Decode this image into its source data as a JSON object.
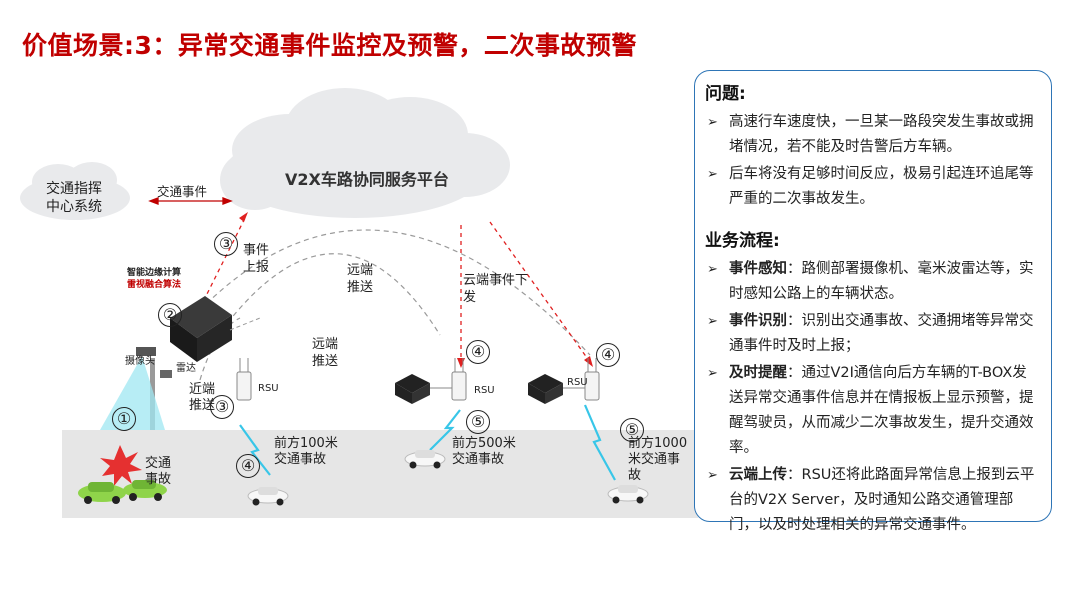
{
  "title": "价值场景:3：异常交通事件监控及预警，二次事故预警",
  "cloud": {
    "platform_label": "V2X车路协同服务平台"
  },
  "center": {
    "label_line1": "交通指挥",
    "label_line2": "中心系统",
    "link_label": "交通事件"
  },
  "edge": {
    "line1": "智能边缘计算",
    "line2": "雷视融合算法"
  },
  "devices": {
    "camera": "摄像头",
    "radar": "雷达",
    "rsu": "RSU"
  },
  "steps": {
    "s1": "①",
    "s2": "②",
    "s3": "③",
    "s4": "④",
    "s5": "⑤"
  },
  "flow_labels": {
    "event_report_1": "事件",
    "event_report_2": "上报",
    "remote_push_a1": "远端",
    "remote_push_a2": "推送",
    "remote_push_b1": "远端",
    "remote_push_b2": "推送",
    "cloud_dispatch_1": "云端事件下",
    "cloud_dispatch_2": "发",
    "near_push_1": "近端",
    "near_push_2": "推送"
  },
  "road_labels": {
    "accident_1": "交通",
    "accident_2": "事故",
    "ahead100_1": "前方100米",
    "ahead100_2": "交通事故",
    "ahead500_1": "前方500米",
    "ahead500_2": "交通事故",
    "ahead1000_1": "前方1000",
    "ahead1000_2": "米交通事",
    "ahead1000_3": "故"
  },
  "panel": {
    "problem_title": "问题:",
    "problems": [
      "高速行车速度快，一旦某一路段突发生事故或拥堵情况，若不能及时告警后方车辆。",
      "后车将没有足够时间反应，极易引起连环追尾等严重的二次事故发生。"
    ],
    "process_title": "业务流程:",
    "process": [
      {
        "bold": "事件感知",
        "text": "：路侧部署摄像机、毫米波雷达等，实时感知公路上的车辆状态。"
      },
      {
        "bold": "事件识别",
        "text": "：识别出交通事故、交通拥堵等异常交通事件时及时上报；"
      },
      {
        "bold": "及时提醒",
        "text": "：通过V2I通信向后方车辆的T-BOX发送异常交通事件信息并在情报板上显示预警，提醒驾驶员，从而减少二次事故发生，提升交通效率。"
      },
      {
        "bold": "云端上传",
        "text": "：RSU还将此路面异常信息上报到云平台的V2X Server，及时通知公路交通管理部门，以及时处理相关的异常交通事件。"
      }
    ],
    "bullet": "➢"
  }
}
